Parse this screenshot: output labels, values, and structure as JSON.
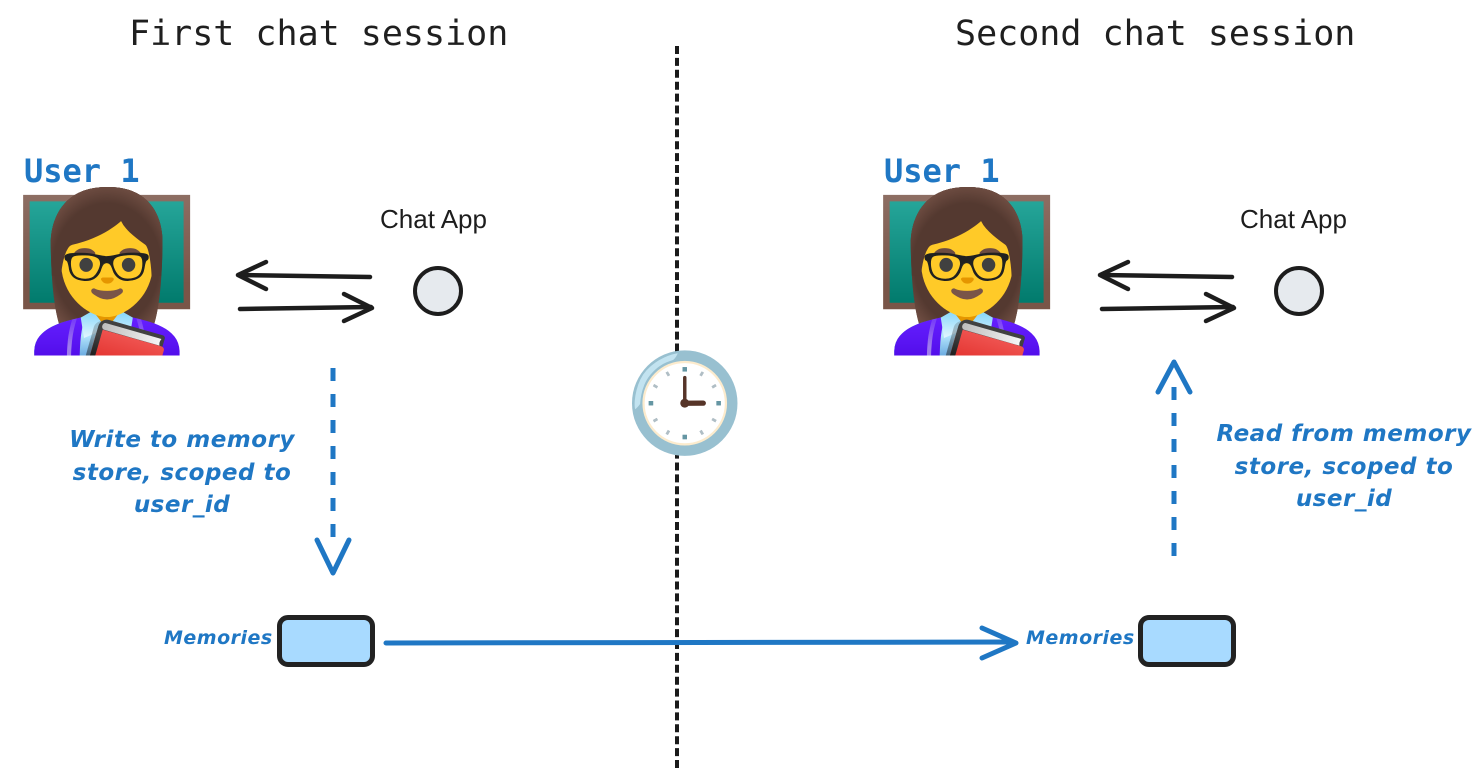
{
  "diagram": {
    "title_left": "First chat session",
    "title_right": "Second chat session",
    "divider": "vertical-dashed-time-divider",
    "clock_icon": "🕒"
  },
  "left_session": {
    "user_label": "User 1",
    "avatar_icon": "👩‍🏫",
    "chat_app_label": "Chat App",
    "app_icon": "app-circle-icon",
    "exchange_arrows": [
      "arrow-left",
      "arrow-right"
    ],
    "flow_arrow": "dashed-arrow-down",
    "note": "Write to memory\nstore, scoped to\nuser_id",
    "memories_label": "Memories",
    "memory_box": "memory-store-box"
  },
  "right_session": {
    "user_label": "User 1",
    "avatar_icon": "👩‍🏫",
    "chat_app_label": "Chat App",
    "app_icon": "app-circle-icon",
    "exchange_arrows": [
      "arrow-left",
      "arrow-right"
    ],
    "flow_arrow": "dashed-arrow-up",
    "note": "Read from memory\nstore, scoped to\nuser_id",
    "memories_label": "Memories",
    "memory_box": "memory-store-box"
  },
  "persistence": {
    "connector": "memory-persistence-arrow"
  },
  "colors": {
    "accent_blue": "#1f77c4",
    "memory_fill": "#a8daff",
    "stroke_dark": "#1d1d1d",
    "app_fill": "#e6eaee",
    "background": "#ffffff"
  }
}
